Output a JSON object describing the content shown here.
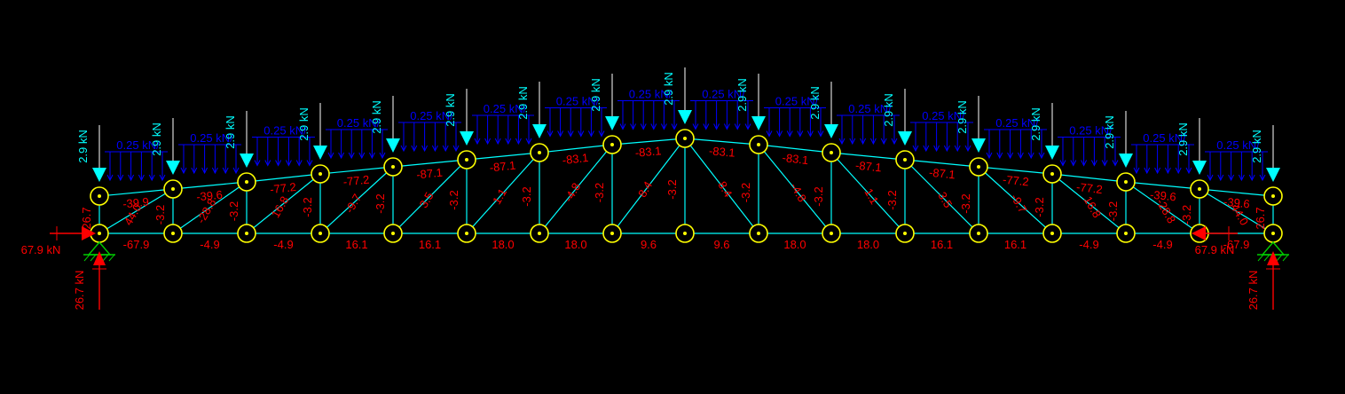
{
  "colors": {
    "background": "#000000",
    "member": "#00ffff",
    "node_outline": "#ffff00",
    "force_label": "#ff0000",
    "point_load": "#00ffff",
    "point_load_label": "#00ffff",
    "udl": "#0000ff",
    "udl_label": "#0000ff",
    "reaction": "#ff0000",
    "support": "#00cc00"
  },
  "loads": {
    "point_load_label": "2.9 kN",
    "udl_label": "0.25 kN/"
  },
  "reactions": {
    "left_horizontal": "67.9 kN",
    "left_vertical": "26.7 kN",
    "right_horizontal": "67.9 kN",
    "right_vertical": "26.7 kN"
  },
  "member_forces": {
    "bottom_chord": [
      "-67.9",
      "-4.9",
      "-4.9",
      "16.1",
      "16.1",
      "18.0",
      "18.0",
      "9.6",
      "9.6",
      "18.0",
      "18.0",
      "16.1",
      "16.1",
      "-4.9",
      "-4.9",
      "-67.9"
    ],
    "top_chord": [
      "-39.9",
      "-39.6",
      "-77.2",
      "-77.2",
      "-87.1",
      "-87.1",
      "-83.1",
      "-83.1",
      "-83.1",
      "-83.1",
      "-87.1",
      "-87.1",
      "-77.2",
      "-77.2",
      "-39.6",
      "-39.6"
    ],
    "verticals": [
      "26.7",
      "-3.2",
      "-3.2",
      "-3.2",
      "-3.2",
      "-3.2",
      "-3.2",
      "-3.2",
      "-3.2",
      "-3.2",
      "-3.2",
      "-3.2",
      "-3.2",
      "-3.2",
      "-3.2",
      "-3.2",
      "26.7"
    ],
    "diagonals": [
      "44.0",
      "-28.8",
      "16.8",
      "-9.7",
      "3.5",
      "1.1",
      "-4.8",
      "8.4",
      "8.4",
      "-4.8",
      "1.1",
      "3.5",
      "-9.7",
      "16.8",
      "-28.8",
      "44.0"
    ]
  }
}
